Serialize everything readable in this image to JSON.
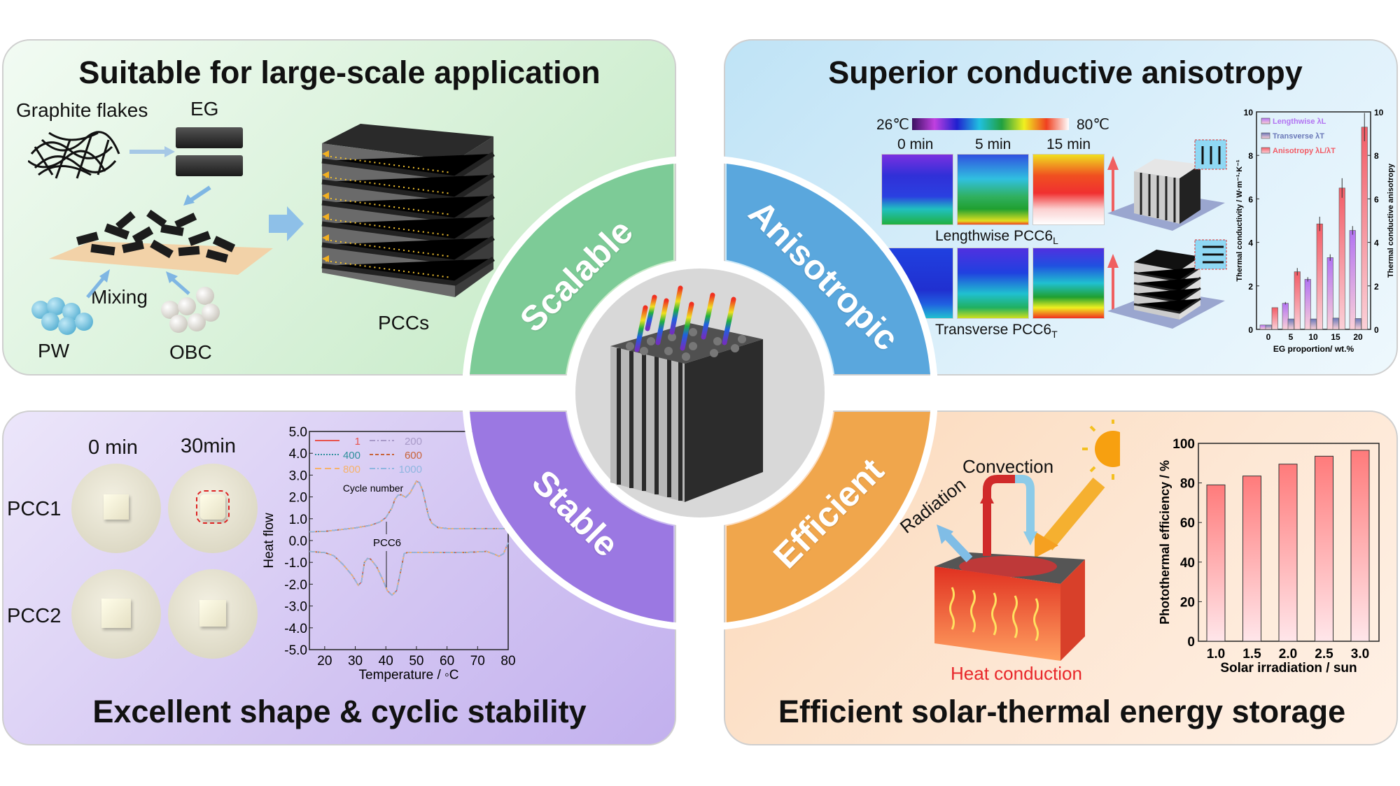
{
  "panels": {
    "scalable": {
      "title": "Suitable for large-scale application",
      "labels": {
        "graphite": "Graphite flakes",
        "eg": "EG",
        "mixing": "Mixing",
        "pw": "PW",
        "obc": "OBC",
        "pccs": "PCCs"
      }
    },
    "anisotropic": {
      "title": "Superior conductive anisotropy",
      "colorbar": {
        "min": "26℃",
        "max": "80℃"
      },
      "times": [
        "0 min",
        "5 min",
        "15 min"
      ],
      "row_labels": {
        "lengthwise": "Lengthwise PCC6",
        "lengthwise_sub": "L",
        "transverse": "Transverse PCC6",
        "transverse_sub": "T"
      }
    },
    "stable": {
      "title": "Excellent shape & cyclic stability",
      "times": [
        "0 min",
        "30min"
      ],
      "samples": [
        "PCC1",
        "PCC2"
      ]
    },
    "efficient": {
      "title": "Efficient solar-thermal energy storage",
      "labels": {
        "convection": "Convection",
        "radiation": "Radiation",
        "heat_conduction": "Heat conduction"
      }
    }
  },
  "center": {
    "labels": {
      "scalable": "Scalable",
      "anisotropic": "Anisotropic",
      "stable": "Stable",
      "efficient": "Efficient"
    }
  },
  "colors": {
    "scalable": "#7dcb97",
    "anisotropic": "#5aa7dd",
    "stable": "#9b78e2",
    "efficient": "#f0a64c",
    "heat": "#e8262a"
  },
  "chart_data": [
    {
      "type": "bar",
      "title": "",
      "categories": [
        "0",
        "5",
        "10",
        "15",
        "20"
      ],
      "xlabel": "EG proportion/ wt.%",
      "ylabel": "Thermal conductivity / W·m⁻¹·K⁻¹",
      "y2label": "Thermal conductive anisotropy",
      "ylim": [
        0,
        10
      ],
      "y2lim": [
        0,
        10
      ],
      "yticks": [
        "0",
        "2",
        "4",
        "6",
        "8",
        "10"
      ],
      "legend_position": "top-left",
      "series": [
        {
          "name": "Lengthwise λL",
          "axis": "left",
          "color": "#b273f2",
          "values": [
            0.2,
            1.2,
            2.3,
            3.3,
            4.55
          ],
          "errors": [
            0,
            0.06,
            0.1,
            0.15,
            0.2
          ]
        },
        {
          "name": "Transverse λT",
          "axis": "left",
          "color": "#6a78b8",
          "values": [
            0.2,
            0.48,
            0.48,
            0.52,
            0.5
          ],
          "errors": [
            0,
            0,
            0,
            0,
            0
          ]
        },
        {
          "name": "Anisotropy λL/λT",
          "axis": "right",
          "color": "#f25c66",
          "values": [
            1.0,
            2.65,
            4.85,
            6.5,
            9.3
          ],
          "errors": [
            0,
            0.17,
            0.33,
            0.45,
            0.65
          ]
        }
      ]
    },
    {
      "type": "line",
      "title": "",
      "xlabel": "Temperature / ◦C",
      "ylabel": "Heat flow",
      "xlim": [
        15,
        80
      ],
      "ylim": [
        -5,
        5
      ],
      "xticks": [
        "20",
        "30",
        "40",
        "50",
        "60",
        "70",
        "80"
      ],
      "yticks": [
        "5.0",
        "4.0",
        "3.0",
        "2.0",
        "1.0",
        "0.0",
        "-1.0",
        "-2.0",
        "-3.0",
        "-4.0",
        "-5.0"
      ],
      "legend_title": "Cycle number",
      "annotation": "PCC6",
      "legend_position": "top-left",
      "series": [
        {
          "name": "1",
          "color": "#e8544e",
          "dash": "solid"
        },
        {
          "name": "200",
          "color": "#a89ac8",
          "dash": "dashdot"
        },
        {
          "name": "400",
          "color": "#2f8f9c",
          "dash": "dot"
        },
        {
          "name": "600",
          "color": "#c8643a",
          "dash": "dash"
        },
        {
          "name": "800",
          "color": "#f6b26b",
          "dash": "longdash"
        },
        {
          "name": "1000",
          "color": "#8fb6e0",
          "dash": "dashdot"
        }
      ],
      "curves": {
        "heating": [
          [
            15,
            0.4
          ],
          [
            20,
            0.42
          ],
          [
            25,
            0.5
          ],
          [
            30,
            0.58
          ],
          [
            35,
            0.7
          ],
          [
            38,
            0.85
          ],
          [
            40,
            1.05
          ],
          [
            42,
            1.5
          ],
          [
            43,
            1.9
          ],
          [
            44,
            2.08
          ],
          [
            45,
            2.1
          ],
          [
            46.5,
            1.98
          ],
          [
            48,
            2.2
          ],
          [
            50,
            2.72
          ],
          [
            51,
            2.65
          ],
          [
            52,
            2.3
          ],
          [
            53,
            1.7
          ],
          [
            54,
            1.1
          ],
          [
            55,
            0.8
          ],
          [
            57,
            0.6
          ],
          [
            60,
            0.55
          ],
          [
            70,
            0.55
          ],
          [
            80,
            0.55
          ]
        ],
        "cooling": [
          [
            15,
            -0.5
          ],
          [
            20,
            -0.55
          ],
          [
            23,
            -0.7
          ],
          [
            26,
            -1.1
          ],
          [
            29,
            -1.6
          ],
          [
            31,
            -2.05
          ],
          [
            32,
            -1.9
          ],
          [
            33,
            -1.0
          ],
          [
            34,
            -0.82
          ],
          [
            35,
            -0.85
          ],
          [
            37,
            -1.2
          ],
          [
            39,
            -1.8
          ],
          [
            40.5,
            -2.3
          ],
          [
            42,
            -2.5
          ],
          [
            43.5,
            -2.3
          ],
          [
            45,
            -1.3
          ],
          [
            46,
            -0.6
          ],
          [
            47,
            -0.55
          ],
          [
            55,
            -0.55
          ],
          [
            65,
            -0.55
          ],
          [
            73,
            -0.5
          ],
          [
            75,
            -0.6
          ],
          [
            77,
            -0.72
          ],
          [
            78.5,
            -0.6
          ],
          [
            80,
            -0.1
          ]
        ]
      }
    },
    {
      "type": "bar",
      "title": "",
      "categories": [
        "1.0",
        "1.5",
        "2.0",
        "2.5",
        "3.0"
      ],
      "values": [
        79,
        83.5,
        89.5,
        93.5,
        96.5
      ],
      "xlabel": "Solar irradiation / sun",
      "ylabel": "Photothermal efficiency / %",
      "ylim": [
        0,
        100
      ],
      "yticks": [
        "0",
        "20",
        "40",
        "60",
        "80",
        "100"
      ],
      "color": "#ff7b7b"
    }
  ]
}
